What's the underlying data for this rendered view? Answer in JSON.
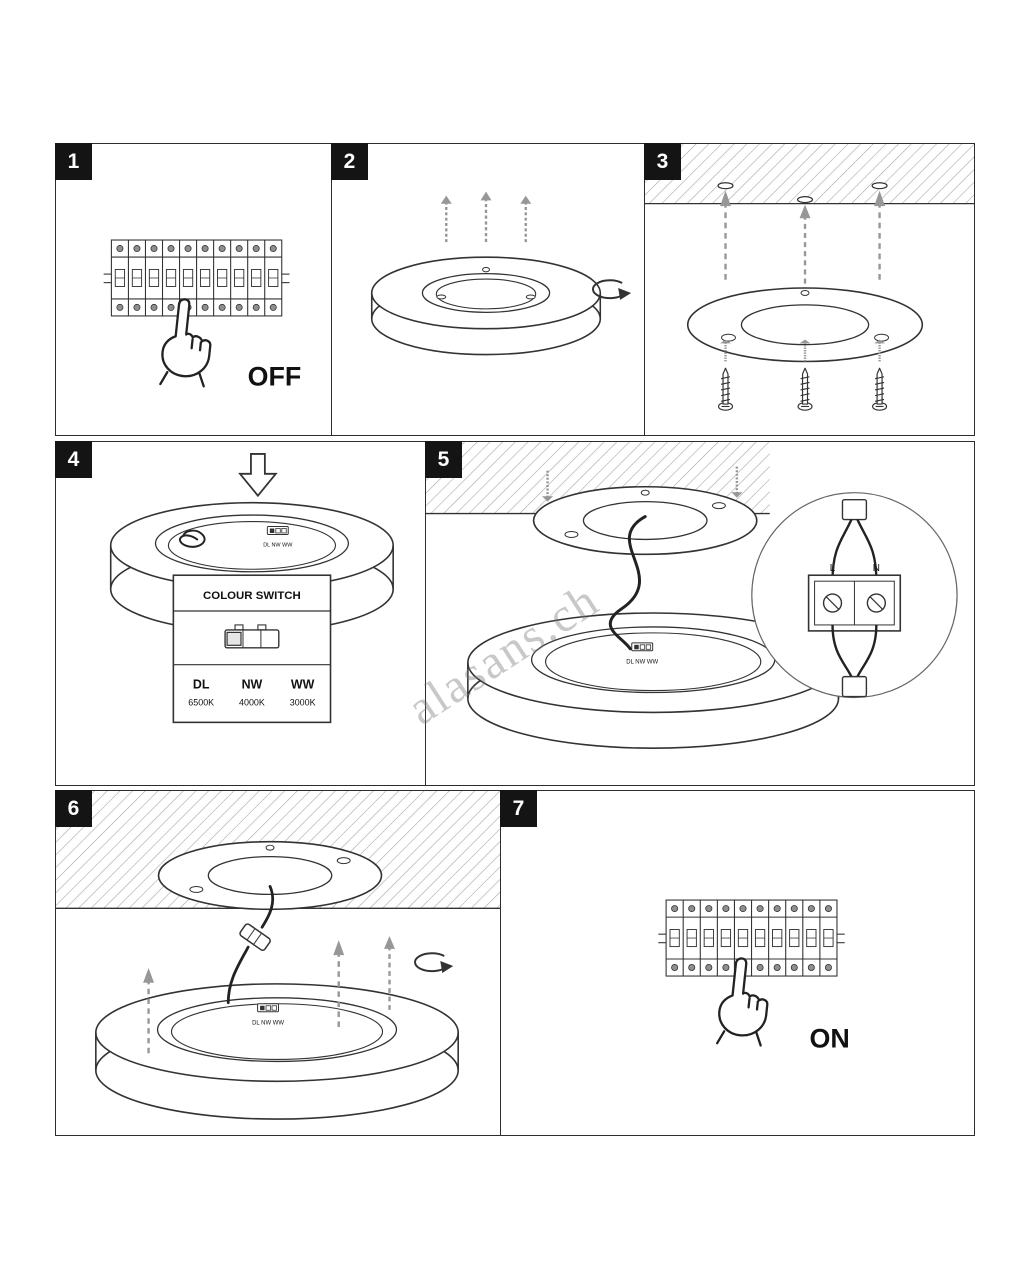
{
  "watermark": "alasans.ch",
  "panels": {
    "p1": {
      "number": "1",
      "power_label": "OFF"
    },
    "p2": {
      "number": "2"
    },
    "p3": {
      "number": "3"
    },
    "p4": {
      "number": "4",
      "callout_title": "COLOUR SWITCH",
      "switch_small_label": "DL NW WW",
      "modes": [
        {
          "code": "DL",
          "temp": "6500K"
        },
        {
          "code": "NW",
          "temp": "4000K"
        },
        {
          "code": "WW",
          "temp": "3000K"
        }
      ]
    },
    "p5": {
      "number": "5",
      "switch_small_label": "DL NW WW",
      "terminal_left": "L",
      "terminal_right": "N"
    },
    "p6": {
      "number": "6",
      "switch_small_label": "DL NW WW"
    },
    "p7": {
      "number": "7",
      "power_label": "ON"
    }
  }
}
